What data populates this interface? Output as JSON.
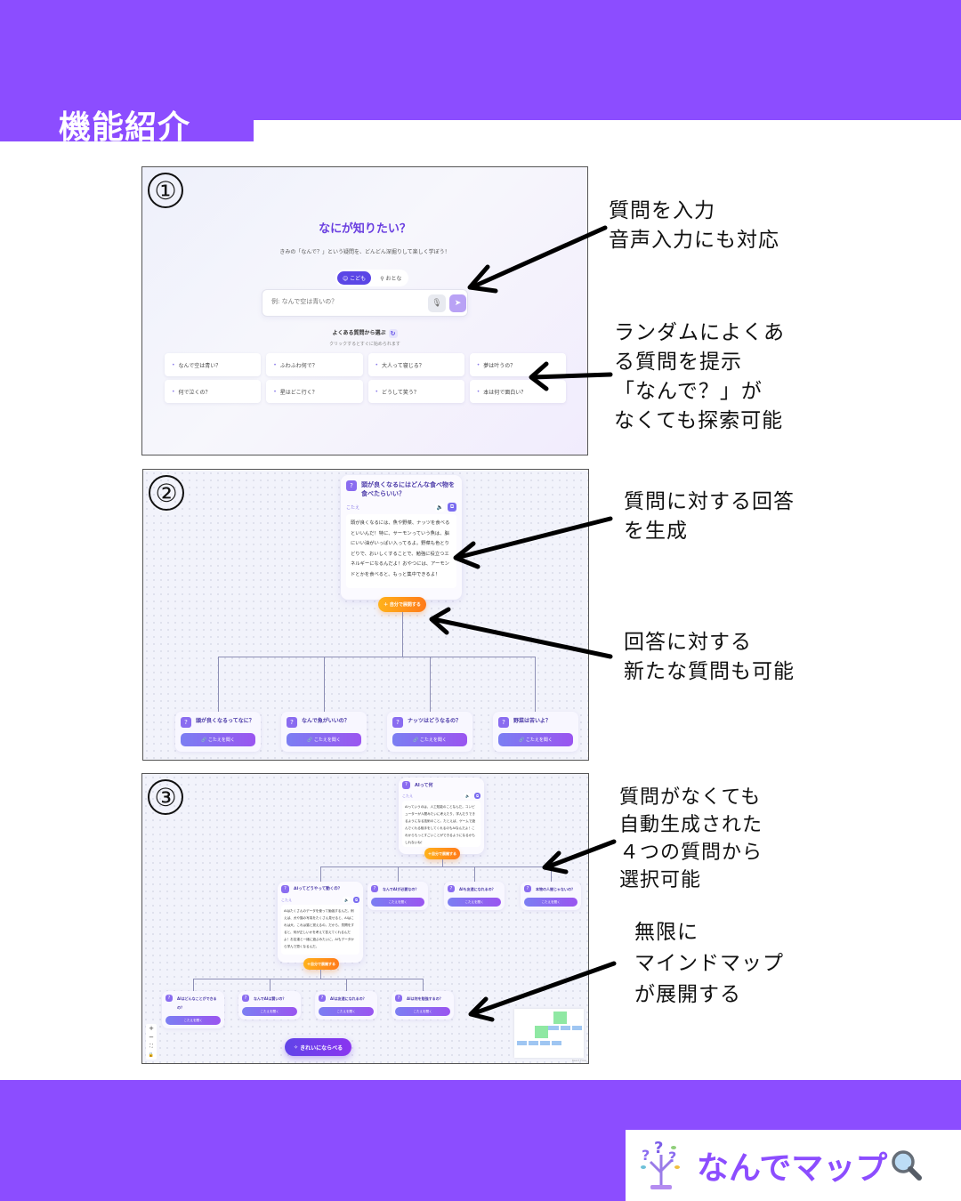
{
  "page": {
    "title": "機能紹介",
    "brand": {
      "name": "なんでマップ",
      "accent": "#8c4dff"
    }
  },
  "panel1": {
    "number": "①",
    "heading": "なにが知りたい？",
    "subtitle": "きみの「なんで？」という疑問を、どんどん深掘りして楽しく学ぼう！",
    "modes": [
      {
        "label": "こども",
        "icon": "smile-icon",
        "active": true
      },
      {
        "label": "おとな",
        "icon": "person-icon",
        "active": false
      }
    ],
    "search": {
      "placeholder": "例: なんで空は青いの？"
    },
    "faq": {
      "title": "よくある質問から選ぶ",
      "subtitle": "クリックするとすぐに始められます",
      "items": [
        "なんで空は青い？",
        "ふわふわ何で？",
        "大人って寝じる？",
        "夢は叶うの？",
        "何で泣くの？",
        "星はどこ行く？",
        "どうして笑う？",
        "本は何で面白い？"
      ]
    },
    "annotations": [
      "質問を入力\n音声入力にも対応",
      "ランダムによくあ\nる質問を提示\n「なんで？」が\nなくても探索可能"
    ]
  },
  "panel2": {
    "number": "②",
    "root": {
      "question": "頭が良くなるにはどんな食べ物を食べたらいい？",
      "hint": "こたえ",
      "answer": "頭が良くなるには、魚や野菜、ナッツを食べるといいんだ！特に、サーモンっていう魚は、脳にいい油がいっぱい入ってるよ。野菜も色とりどりで、おいしくすることで、勉強に役立つエネルギーになるんだよ！おやつには、アーモンドとかを食べると、もっと集中できるよ！",
      "expand_label": "自分で展開する"
    },
    "children": [
      {
        "question": "頭が良くなるってなに？",
        "button": "こたえを聞く"
      },
      {
        "question": "なんで魚がいいの？",
        "button": "こたえを聞く"
      },
      {
        "question": "ナッツはどうなるの？",
        "button": "こたえを聞く"
      },
      {
        "question": "野菜は苦いよ？",
        "button": "こたえを聞く"
      }
    ],
    "annotations": [
      "質問に対する回答\nを生成",
      "回答に対する\n新たな質問も可能"
    ]
  },
  "panel3": {
    "number": "③",
    "root": {
      "question": "AIって何",
      "hint": "こたえ",
      "answer": "AIっていうのは、人工知能のことなんだ。コンピューターが人間みたいに考えたり、学んだりできるようになる技術のこと。たとえば、ゲームで遊んでくれる相手をしてくれるのもAIなんだよ！これからもっとすごいことができるようになるかもしれないね！",
      "expand_label": "自分で展開する"
    },
    "level1": [
      {
        "question": "AIってどうやって動くの？",
        "hint": "こたえ",
        "answer": "AIはたくさんのデータを使って勉強するんだ。例えば、犬や猫の写真をたくさん見せると、AIはこれは犬、これは猫と覚えるの。だから、質問をすると、何が正しいかを考えて答えてくれるんだよ！お友達と一緒に遊ぶみたいに、AIもデータから学んで賢くなるんだ。",
        "expand_label": "自分で展開する"
      },
      {
        "question": "なんでAIが必要なの？",
        "button": "こたえを聞く"
      },
      {
        "question": "AIも友達になれるの？",
        "button": "こたえを聞く"
      },
      {
        "question": "本物の人間じゃないの？",
        "button": "こたえを聞く"
      }
    ],
    "level2": [
      {
        "question": "AIはどんなことができるの？",
        "button": "こたえを聞く"
      },
      {
        "question": "なんでAIは賢いの？",
        "button": "こたえを聞く"
      },
      {
        "question": "AIは友達になれるの？",
        "button": "こたえを聞く"
      },
      {
        "question": "AIは何を勉強するの？",
        "button": "こたえを聞く"
      }
    ],
    "zoom_controls": [
      "+",
      "−",
      "⛶",
      "🔒"
    ],
    "arrange_label": "きれいにならべる",
    "minimap_credit": "React Flow",
    "annotations": [
      "質問がなくても\n自動生成された\n４つの質問から\n選択可能",
      "無限に\nマインドマップ\nが展開する"
    ]
  }
}
